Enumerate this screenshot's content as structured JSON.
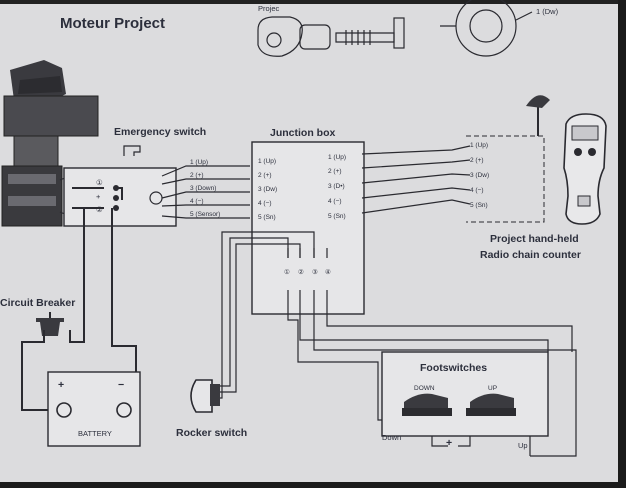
{
  "title": "Moteur Project",
  "top_partial_label": "Projec",
  "top_right_partial_label": "1 (Dw)",
  "emergency_switch": {
    "label": "Emergency switch",
    "terminals": [
      "①",
      "②"
    ]
  },
  "junction_box": {
    "label": "Junction box",
    "left_terminals": [
      "1 (Up)",
      "2 (+)",
      "3 (Dw)",
      "4 (−)",
      "5 (Sn)"
    ],
    "right_terminals": [
      "1 (Up)",
      "2 (+)",
      "3 (D•)",
      "4 (−)",
      "5 (Sn)"
    ],
    "bottom_terminals": [
      "①",
      "②",
      "③",
      "④"
    ]
  },
  "motor_wires": [
    "1 (Up)",
    "2 (+)",
    "3 (Down)",
    "4 (−)",
    "5 (Sensor)"
  ],
  "handheld_terminals": [
    "1 (Up)",
    "2 (+)",
    "3 (Dw)",
    "4 (−)",
    "5 (Sn)"
  ],
  "handheld_label": [
    "Project hand-held",
    "Radio chain counter"
  ],
  "circuit_breaker_label": "Circuit Breaker",
  "battery": {
    "label": "BATTERY",
    "plus": "+",
    "minus": "−"
  },
  "rocker_switch_label": "Rocker switch",
  "footswitches": {
    "label": "Footswitches",
    "down": "DOWN",
    "up": "UP"
  },
  "wire_labels": {
    "down": "Down",
    "plus": "+",
    "up": "Up"
  }
}
